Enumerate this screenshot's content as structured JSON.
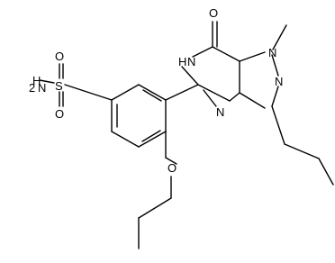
{
  "atoms": {
    "o_carbonyl": "O",
    "n_methyl_ring": "N",
    "methyl": "",
    "nh_ring": "H",
    "n_pyrazole": "N",
    "n_pyrimidine": "N",
    "sulfonyl_nh2": "H",
    "sulfonyl_s": "S",
    "sulfonyl_o_top": "O",
    "sulfonyl_o_bottom": "O",
    "ether_o": "O"
  },
  "subscripts": {
    "nh_ring": "N",
    "sulfonyl_nh2_h": "H",
    "sulfonyl_nh2_2": "2",
    "sulfonyl_nh2_n": "N"
  },
  "colors": {
    "bond": "#000000",
    "text": "#000000",
    "background": "#ffffff"
  }
}
